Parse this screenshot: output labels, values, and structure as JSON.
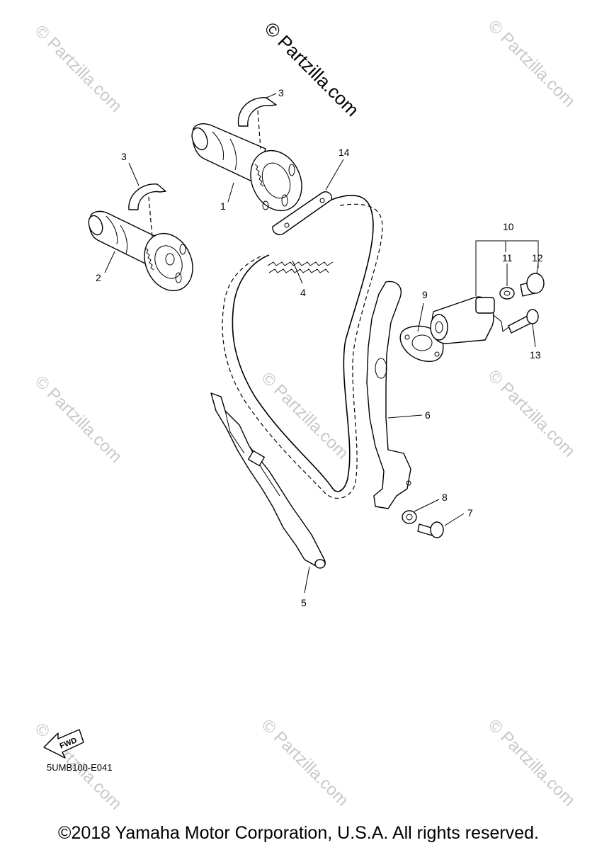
{
  "watermark": {
    "main": "© Partzilla.com",
    "tile": "© Partzilla.com"
  },
  "callouts": {
    "c1": "1",
    "c2": "2",
    "c3a": "3",
    "c3b": "3",
    "c4": "4",
    "c5": "5",
    "c6": "6",
    "c7": "7",
    "c8": "8",
    "c9": "9",
    "c10": "10",
    "c11": "11",
    "c12": "12",
    "c13": "13",
    "c14": "14"
  },
  "fwd_label": "FWD",
  "diagram_code": "5UMB100-E041",
  "copyright": "©2018 Yamaha Motor Corporation, U.S.A. All rights reserved."
}
